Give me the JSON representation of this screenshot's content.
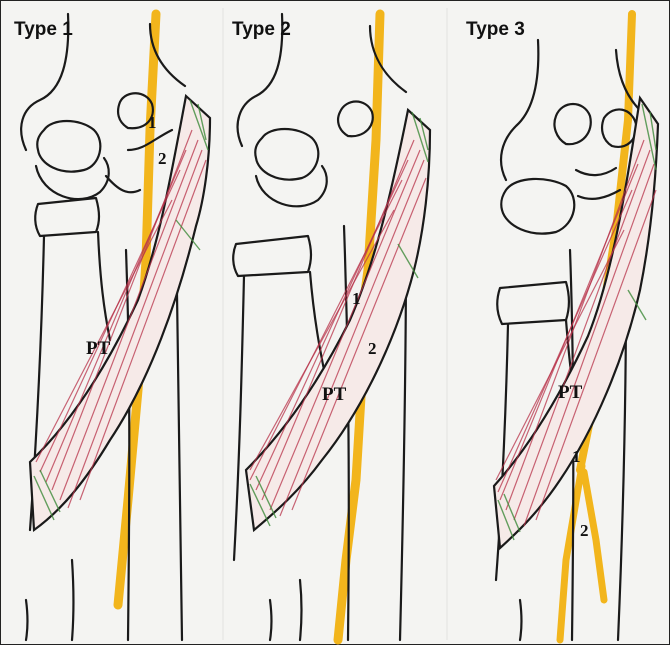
{
  "panels": [
    {
      "title": "Type 1",
      "markers": [
        "1",
        "2"
      ],
      "muscle_label": "PT"
    },
    {
      "title": "Type 2",
      "markers": [
        "1",
        "2"
      ],
      "muscle_label": "PT"
    },
    {
      "title": "Type 3",
      "markers": [
        "1",
        "2"
      ],
      "muscle_label": "PT"
    }
  ],
  "colors": {
    "nerve": "#f2b51c",
    "muscle_fibers": "#b8334a",
    "tendon": "#3e8a3a",
    "outline": "#1a1a1a",
    "background": "#f4f4f2"
  }
}
